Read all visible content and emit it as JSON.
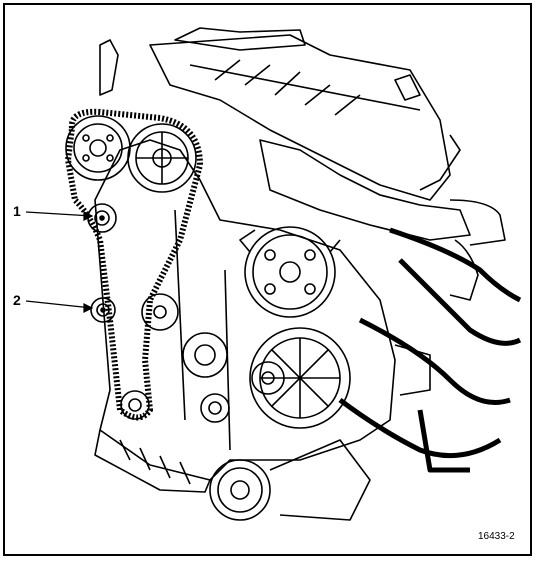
{
  "callouts": [
    {
      "label": "1"
    },
    {
      "label": "2"
    }
  ],
  "figure_ref": "16433-2",
  "colors": {
    "line": "#000000",
    "background": "#ffffff"
  }
}
